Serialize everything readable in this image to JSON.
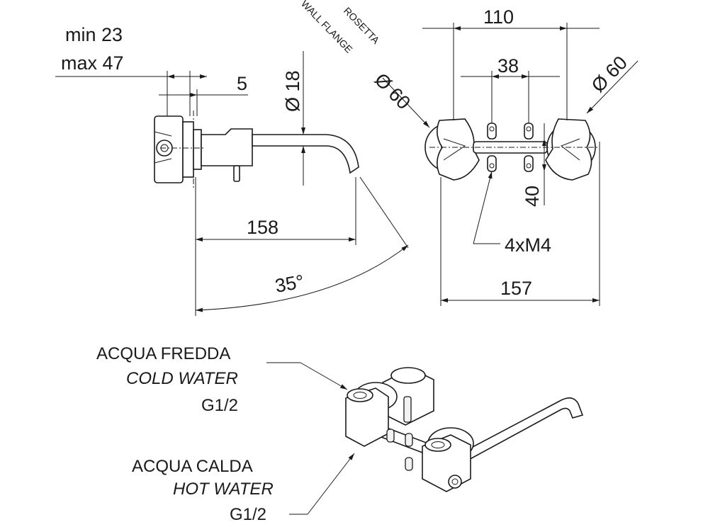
{
  "side_view": {
    "min_label": "min 23",
    "max_label": "max 47",
    "dim_5": "5",
    "dim_18": "Ø 18",
    "dim_158": "158",
    "dim_35": "35°"
  },
  "front_view": {
    "rosetta_label": "ROSETTA",
    "wall_flange_label": "WALL FLANGE",
    "dim_60_left": "Ø 60",
    "dim_110": "110",
    "dim_38": "38",
    "dim_60_right": "Ø 60",
    "dim_40": "40",
    "screws_label": "4xM4",
    "dim_157": "157"
  },
  "callouts": {
    "cold": {
      "line1": "ACQUA FREDDA",
      "line2": "COLD WATER",
      "line3": "G1/2"
    },
    "hot": {
      "line1": "ACQUA CALDA",
      "line2": "HOT WATER",
      "line3": "G1/2"
    }
  }
}
